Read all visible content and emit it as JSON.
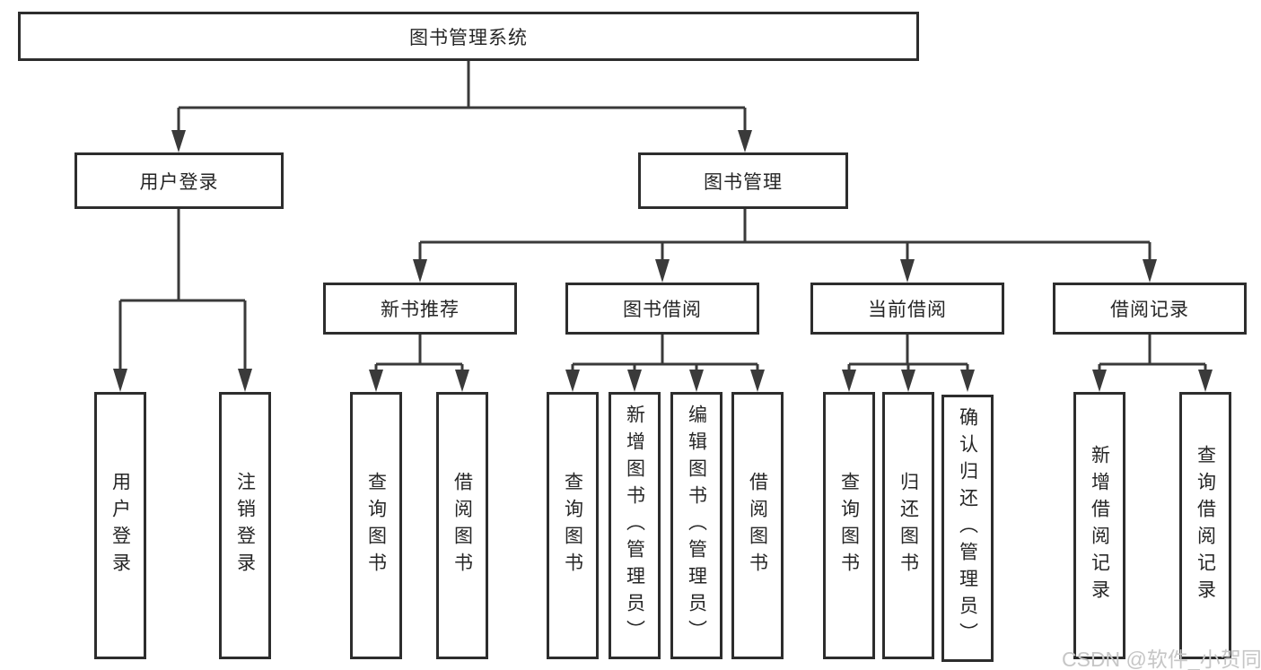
{
  "diagram": {
    "root": {
      "label": "图书管理系统"
    },
    "level2": [
      {
        "label": "用户登录"
      },
      {
        "label": "图书管理"
      }
    ],
    "user_leaves": [
      "用户登录",
      "注销登录"
    ],
    "level3": [
      {
        "label": "新书推荐",
        "leaves": [
          "查询图书",
          "借阅图书"
        ]
      },
      {
        "label": "图书借阅",
        "leaves": [
          "查询图书",
          "新增图书（管理员）",
          "编辑图书（管理员）",
          "借阅图书"
        ]
      },
      {
        "label": "当前借阅",
        "leaves": [
          "查询图书",
          "归还图书",
          "确认归还（管理员）"
        ]
      },
      {
        "label": "借阅记录",
        "leaves": [
          "新增借阅记录",
          "查询借阅记录"
        ]
      }
    ]
  },
  "watermark": {
    "text": "CSDN @软件_小贺同学"
  },
  "colors": {
    "line": "#3a3a3a",
    "border": "#2d2d2d",
    "text": "#262626",
    "bg": "#ffffff",
    "watermark": "#c6c6c6"
  }
}
